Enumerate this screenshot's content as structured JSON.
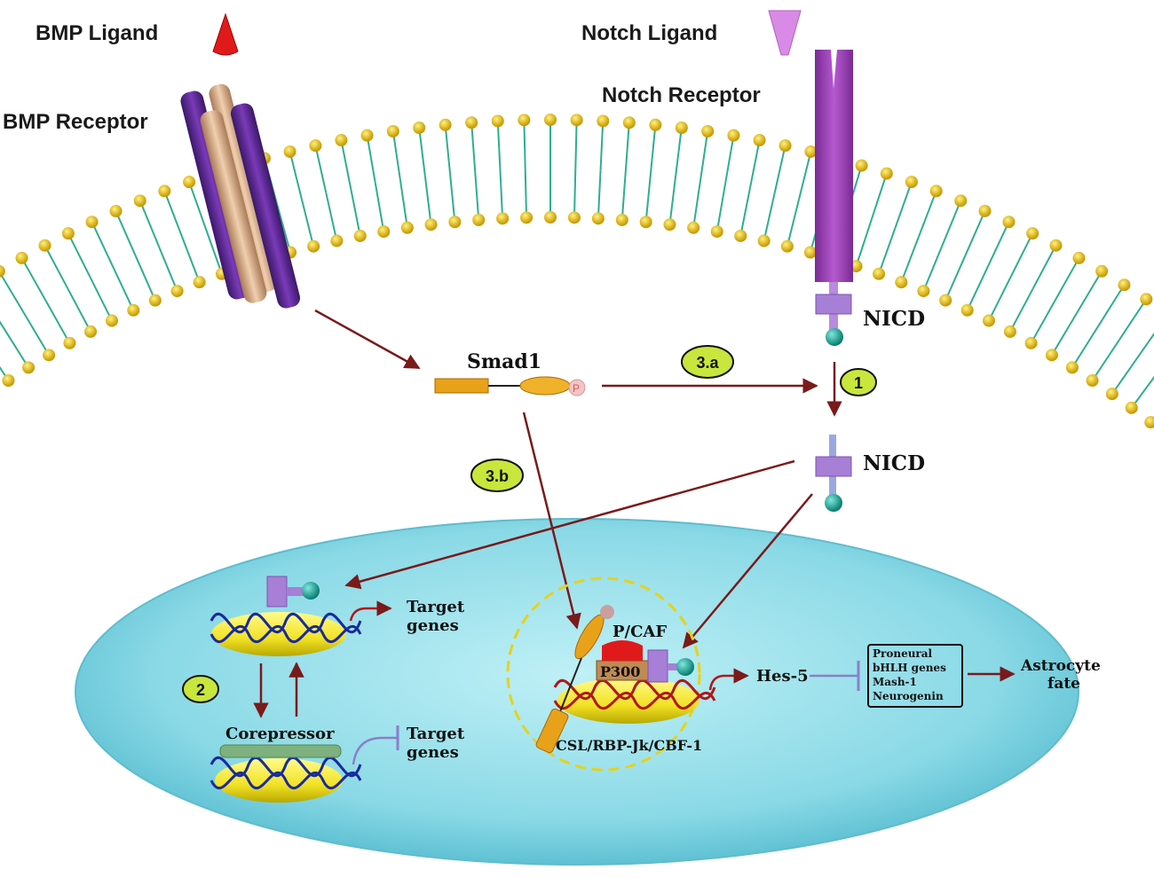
{
  "labels": {
    "bmp_ligand": "BMP Ligand",
    "bmp_receptor": "BMP Receptor",
    "notch_ligand": "Notch Ligand",
    "notch_receptor": "Notch Receptor",
    "nicd_membrane": "NICD",
    "nicd_cytoplasm": "NICD",
    "smad1": "Smad1",
    "phospho": "P",
    "target_genes_1_line1": "Target",
    "target_genes_1_line2": "genes",
    "target_genes_2_line1": "Target",
    "target_genes_2_line2": "genes",
    "corepressor": "Corepressor",
    "pcaf": "P/CAF",
    "p300": "P300",
    "csl": "CSL/RBP-Jk/CBF-1",
    "hes5": "Hes-5",
    "proneural_line1": "Proneural",
    "proneural_line2": "bHLH genes",
    "proneural_line3": "Mash-1",
    "proneural_line4": "Neurogenin",
    "astrocyte_line1": "Astrocyte",
    "astrocyte_line2": "fate"
  },
  "badges": {
    "step_1": "1",
    "step_2": "2",
    "step_3a": "3.a",
    "step_3b": "3.b"
  },
  "colors": {
    "lipid_head": "#e8c21a",
    "lipid_tail": "#2fae8f",
    "bmp_receptor_purple": "#5a2a8c",
    "bmp_receptor_tan": "#d9b08c",
    "notch_purple": "#9c3fb5",
    "nicd_lilac": "#a77fd6",
    "nicd_teal": "#1aa59a",
    "arrow": "#7a1a1a",
    "nucleus_fill": "#8fdde9",
    "badge_fill": "#c8e63c",
    "dna_blue": "#1a2a9c",
    "dna_red": "#b01818",
    "histone_yellow": "#f2e62a",
    "smad_orange": "#e8a21a",
    "corepressor_green": "#7fb07f",
    "p300_tan": "#c08a55",
    "pcaf_red": "#e01a1a",
    "inhibit_line": "#8a7fc8"
  }
}
